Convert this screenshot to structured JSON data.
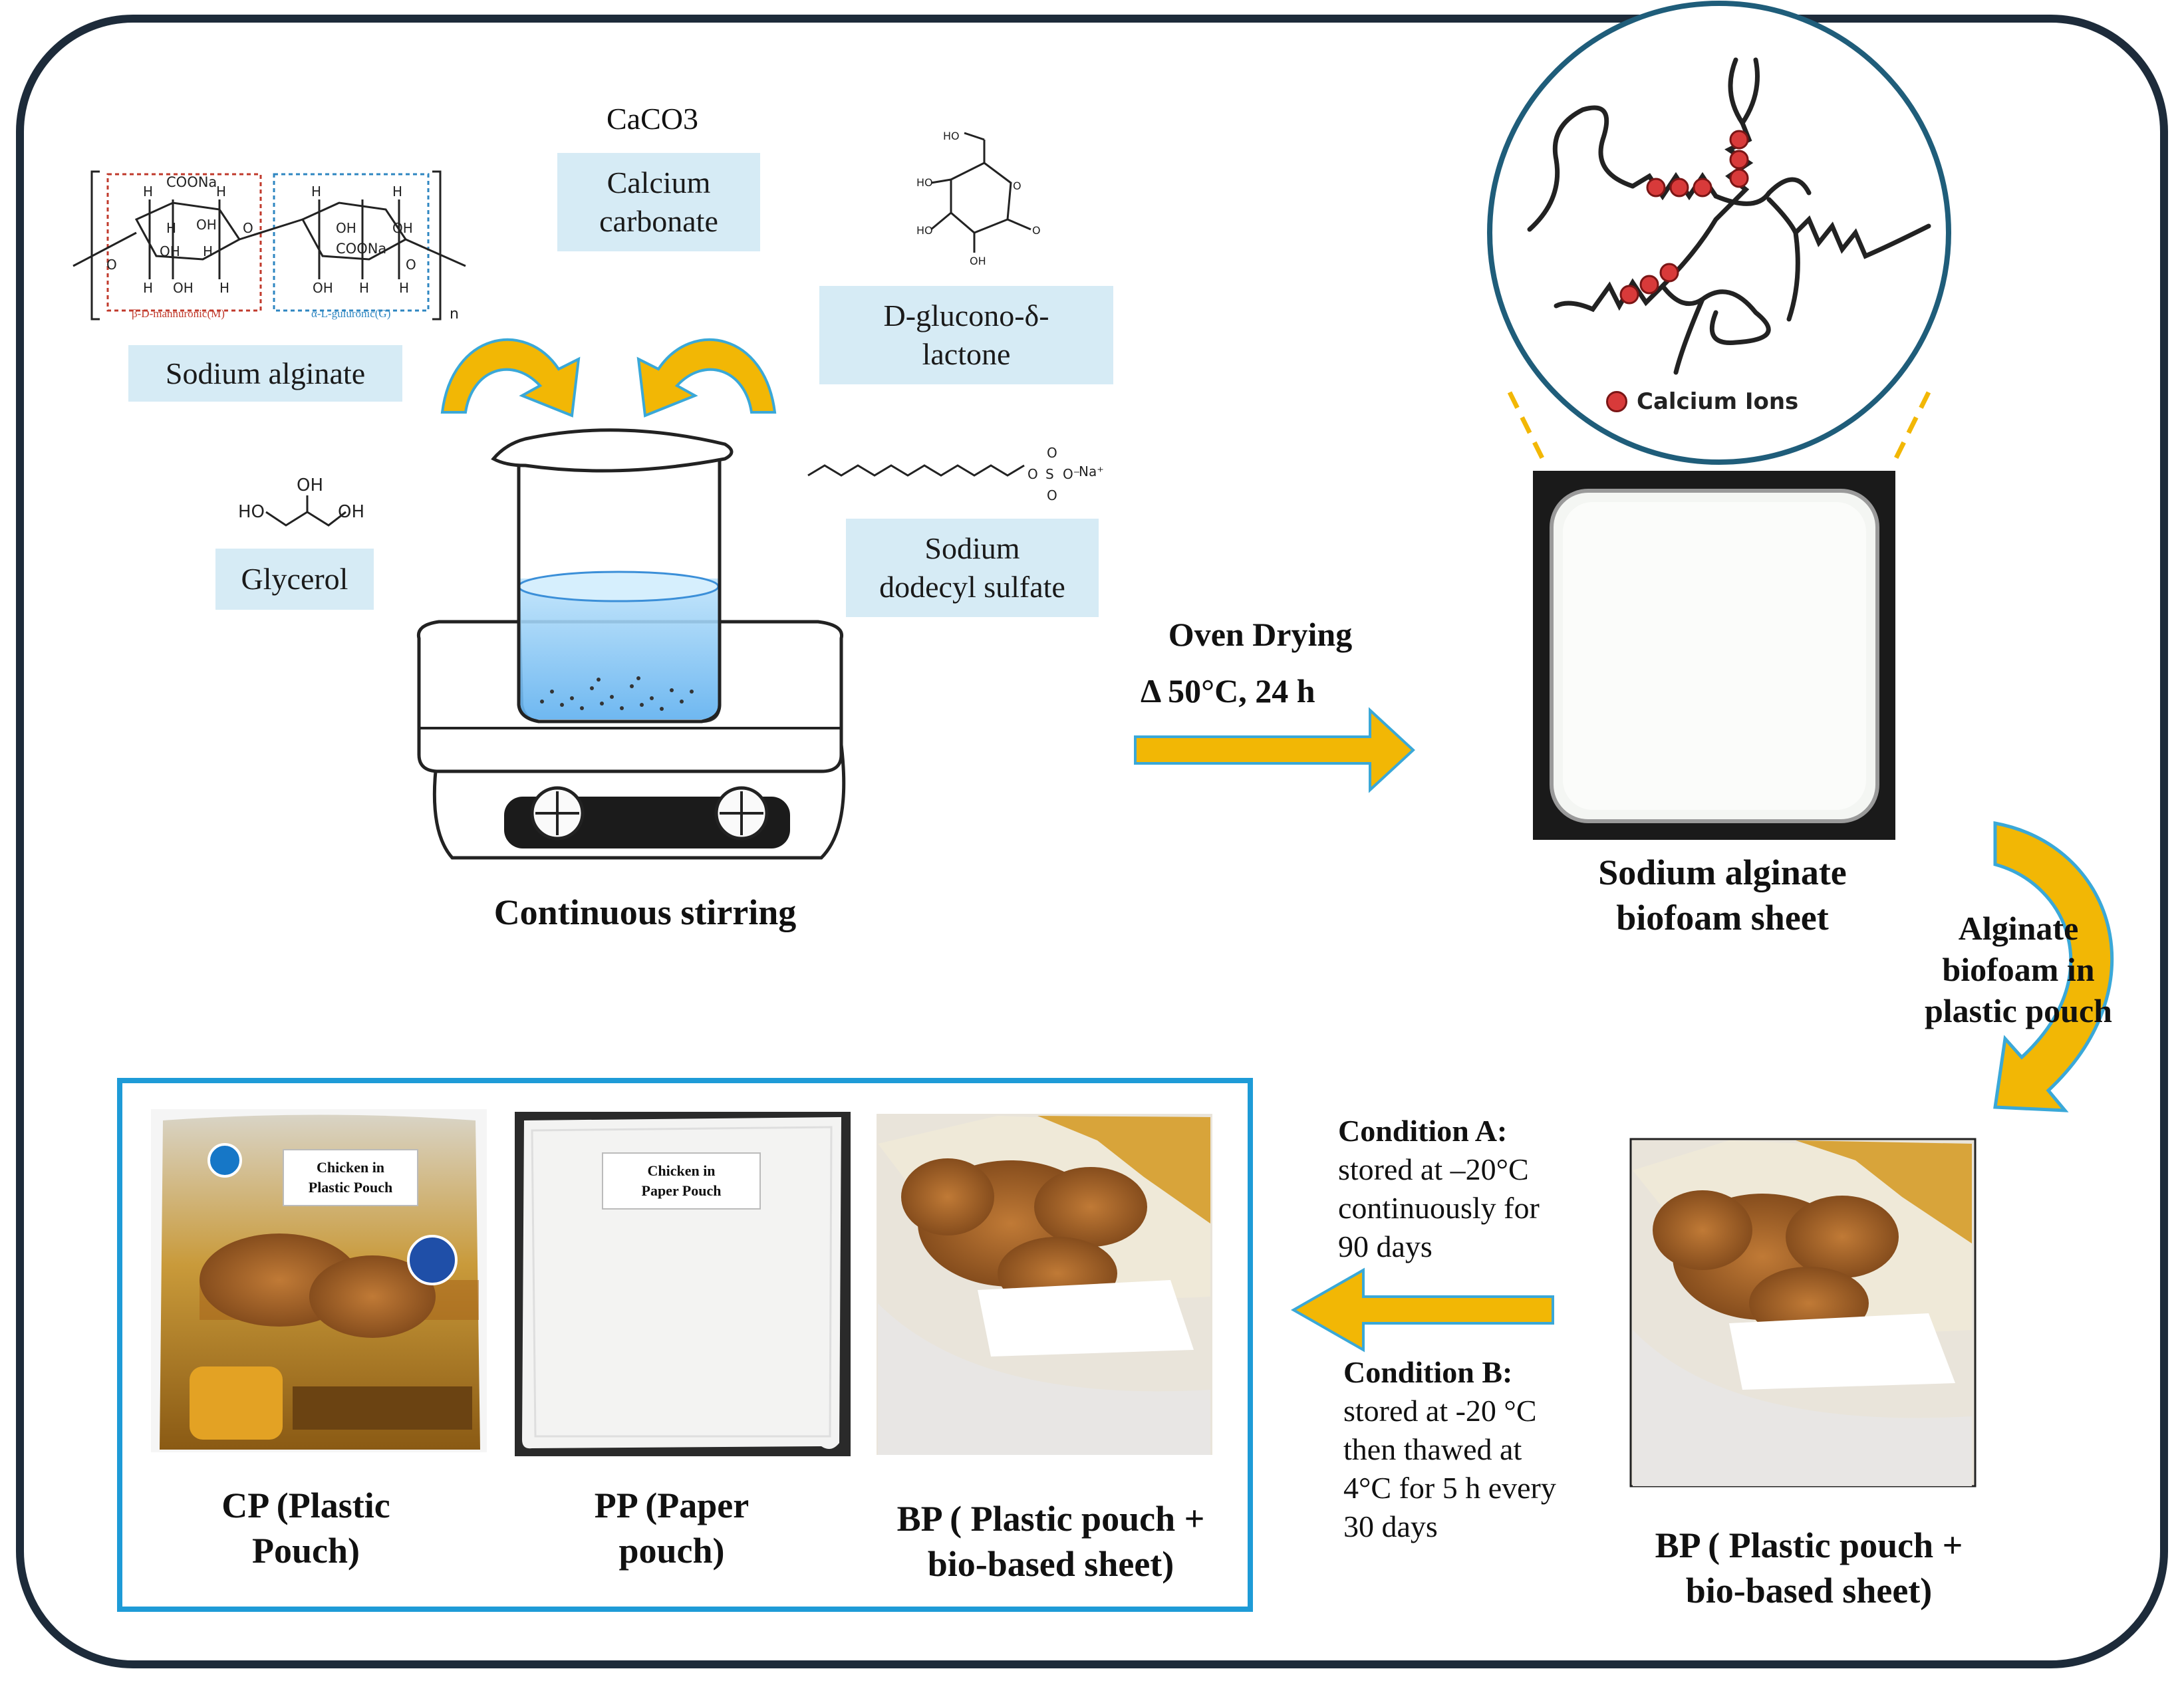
{
  "reagents": {
    "sodium_alginate": "Sodium alginate",
    "mannuronic": "β-D-mannuronic(M)",
    "guluronic": "α-L-guluronic(G)",
    "coona_1": "COONa",
    "coona_2": "COONa",
    "repeat_n": "n",
    "caco3_formula": "CaCO3",
    "calcium_carbonate_line1": "Calcium",
    "calcium_carbonate_line2": "carbonate",
    "gdl_line1": "D-glucono-δ-",
    "gdl_line2": "lactone",
    "glycerol": "Glycerol",
    "sds_line1": "Sodium",
    "sds_line2": "dodecyl sulfate",
    "sds_na": "Na⁺"
  },
  "steps": {
    "stirring": "Continuous stirring",
    "oven_title": "Oven Drying",
    "oven_conditions": "Δ 50°C, 24 h",
    "sheet_line1": "Sodium alginate",
    "sheet_line2": "biofoam sheet",
    "pouch_line1": "Alginate",
    "pouch_line2": "biofoam in",
    "pouch_line3": "plastic pouch",
    "calcium_ions": "Calcium Ions"
  },
  "conditions": {
    "a_title": "Condition A:",
    "a_lines": [
      "stored at –20°C",
      "continuously for",
      "90 days"
    ],
    "b_title": "Condition B:",
    "b_lines": [
      "stored at -20 °C",
      "then thawed at",
      "4°C for 5 h every",
      "30 days"
    ]
  },
  "samples": {
    "cp_tag_line1": "Chicken in",
    "cp_tag_line2": "Plastic Pouch",
    "pp_tag_line1": "Chicken in",
    "pp_tag_line2": "Paper Pouch",
    "cp_line1": "CP (Plastic",
    "cp_line2": "Pouch)",
    "pp_line1": "PP (Paper",
    "pp_line2": "pouch)",
    "bp_line1": "BP ( Plastic pouch +",
    "bp_line2": "bio-based sheet)",
    "bp_main_line1": "BP ( Plastic pouch +",
    "bp_main_line2": "bio-based sheet)"
  },
  "colors": {
    "frame": "#1d2b3a",
    "arrow_fill": "#f2b705",
    "arrow_stroke": "#3aa8d8",
    "label_bg": "#d6ebf5",
    "ion": "#d83a3a",
    "sample_frame": "#1e9bd7"
  }
}
